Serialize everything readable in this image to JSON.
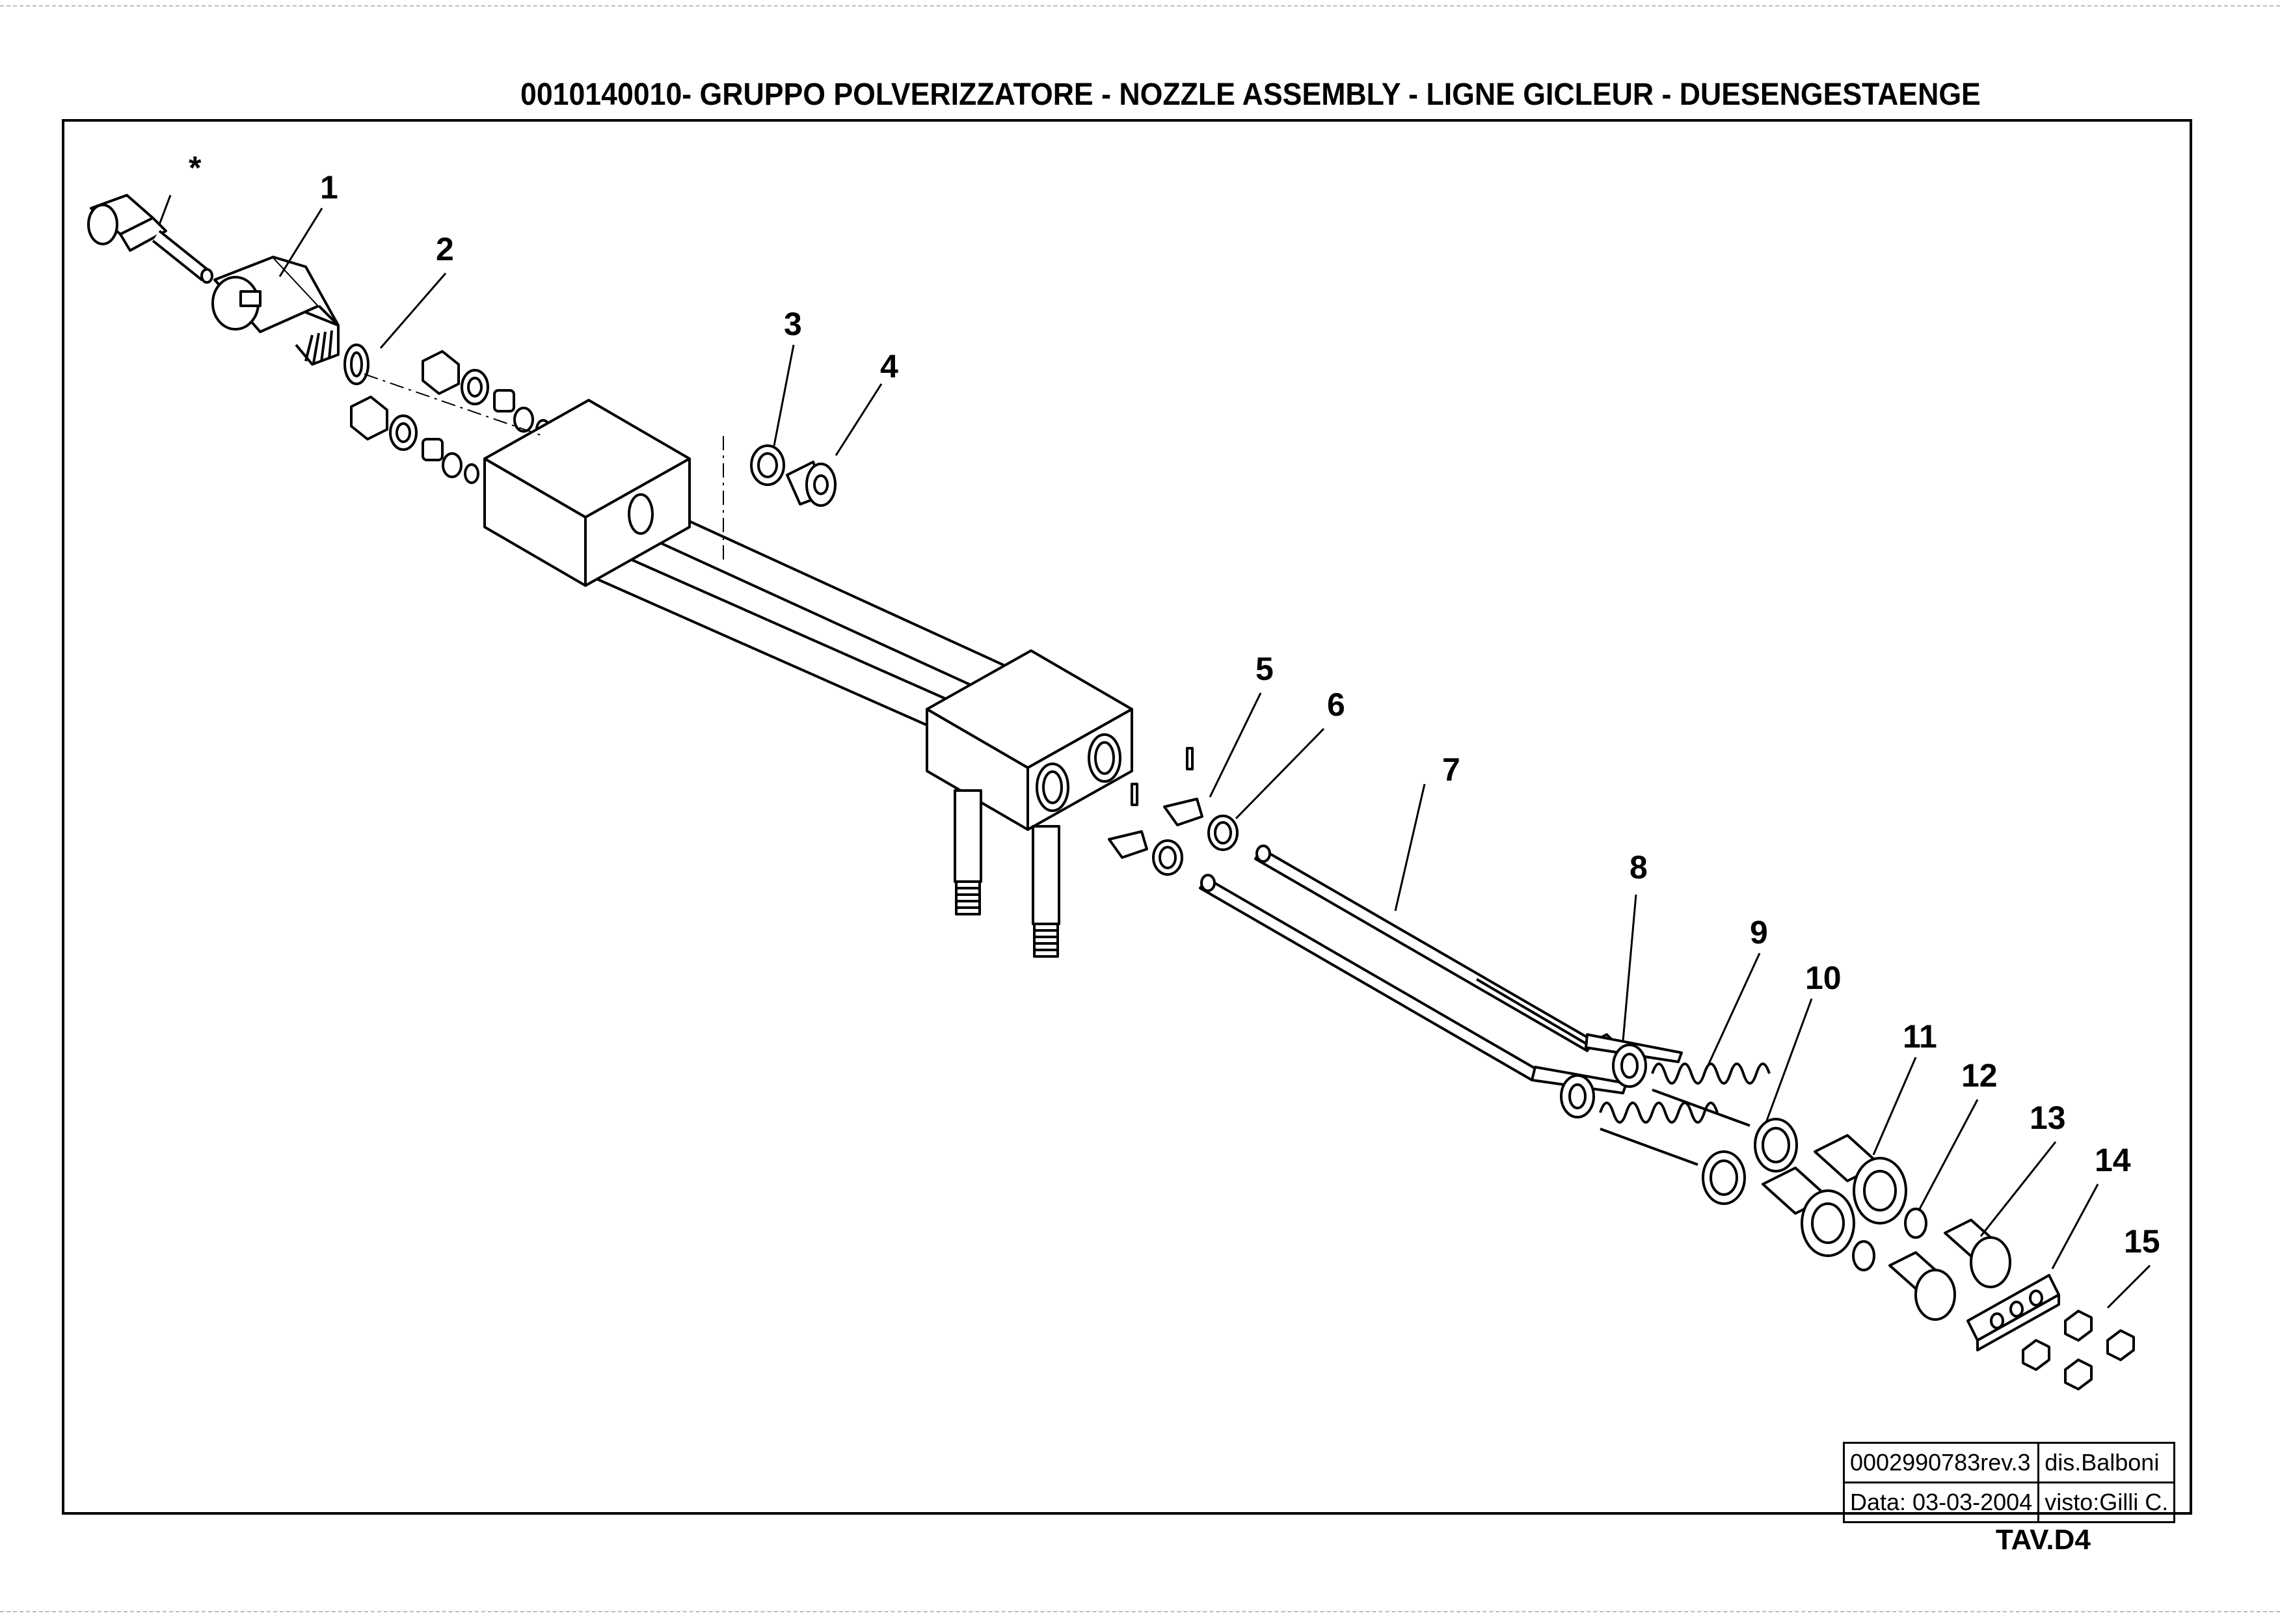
{
  "title": "0010140010-  GRUPPO  POLVERIZZATORE -  NOZZLE ASSEMBLY - LIGNE GICLEUR - DUESENGESTAENGE",
  "part_labels": [
    "*",
    "1",
    "2",
    "3",
    "4",
    "5",
    "6",
    "7",
    "8",
    "9",
    "10",
    "11",
    "12",
    "13",
    "14",
    "15"
  ],
  "title_block": {
    "drawing_number": "0002990783rev.3",
    "drawn_by": "dis.Balboni",
    "date": "Data: 03-03-2004",
    "checked_by": "visto:Gilli C."
  },
  "sheet": "TAV.D4"
}
